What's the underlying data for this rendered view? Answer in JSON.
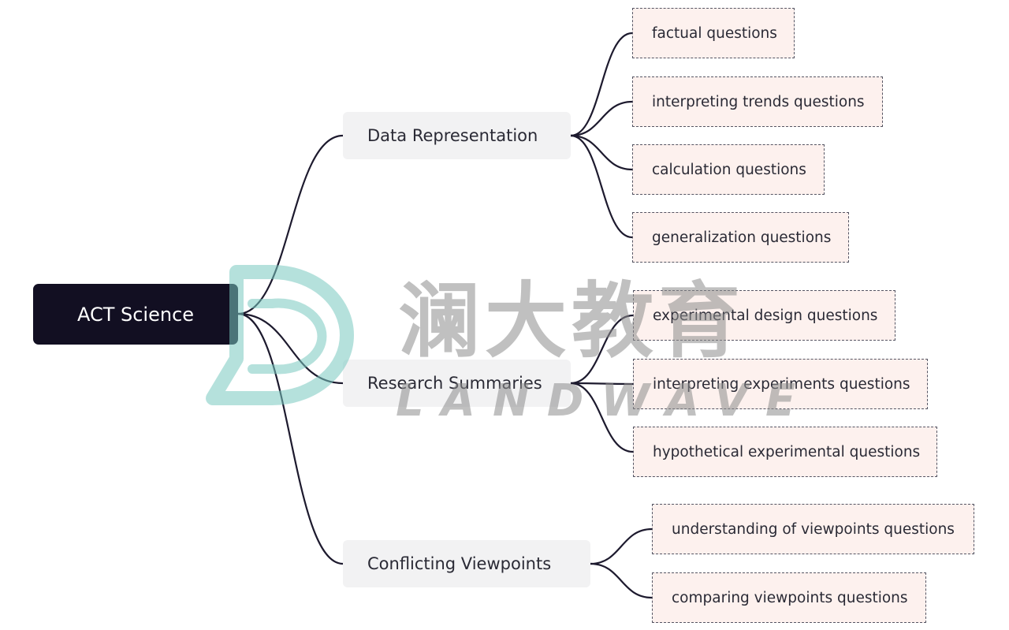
{
  "diagram": {
    "root": {
      "label": "ACT Science"
    },
    "branches": [
      {
        "label": "Data Representation",
        "children": [
          "factual questions",
          "interpreting trends questions",
          "calculation questions",
          "generalization questions"
        ]
      },
      {
        "label": "Research Summaries",
        "children": [
          "experimental design questions",
          "interpreting experiments questions",
          "hypothetical experimental questions"
        ]
      },
      {
        "label": "Conflicting Viewpoints",
        "children": [
          "understanding of viewpoints questions",
          "comparing viewpoints questions"
        ]
      }
    ]
  },
  "watermark": {
    "chinese": "澜大教育",
    "english": "LANDWAVE",
    "colors": {
      "logo": "#a8ddd8",
      "text": "#8c8c8c"
    }
  },
  "colors": {
    "root_bg": "#120f22",
    "branch_bg": "#f2f2f3",
    "leaf_bg": "#fdf1ee",
    "connector": "#1d1a2e"
  }
}
